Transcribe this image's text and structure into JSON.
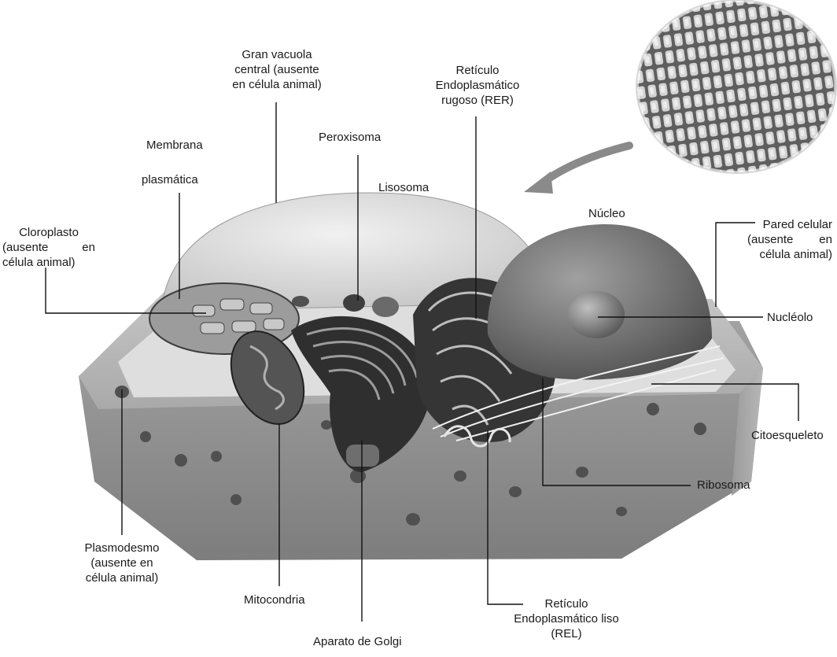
{
  "labels": {
    "gran_vacuola": [
      "Gran vacuola",
      "central (ausente",
      "en célula animal)"
    ],
    "reticulo_rugoso": [
      "Retículo",
      "Endoplasmático",
      "rugoso (RER)"
    ],
    "membrana_1": "Membrana",
    "membrana_2": "plasmática",
    "peroxisoma": "Peroxisoma",
    "lisosoma": "Lisosoma",
    "nucleo": "Núcleo",
    "cloroplasto": [
      "Cloroplasto",
      "(ausente en",
      "célula animal)"
    ],
    "pared_celular": [
      "Pared celular",
      "(ausente en",
      "célula animal)"
    ],
    "nucleolo": "Nucléolo",
    "citoesqueleto": "Citoesqueleto",
    "ribosoma": "Ribosoma",
    "plasmodesmo": [
      "Plasmodesmo",
      "(ausente en",
      "célula animal)"
    ],
    "mitocondria": "Mitocondria",
    "reticulo_liso": [
      "Retículo",
      "Endoplasmático liso",
      "(REL)"
    ],
    "aparato_golgi": "Aparato de Golgi"
  },
  "colors": {
    "background": "#ffffff",
    "leader_line": "#111111",
    "cell_wall": "#8a8a8a",
    "organelle_dark": "#3a3a3a"
  }
}
